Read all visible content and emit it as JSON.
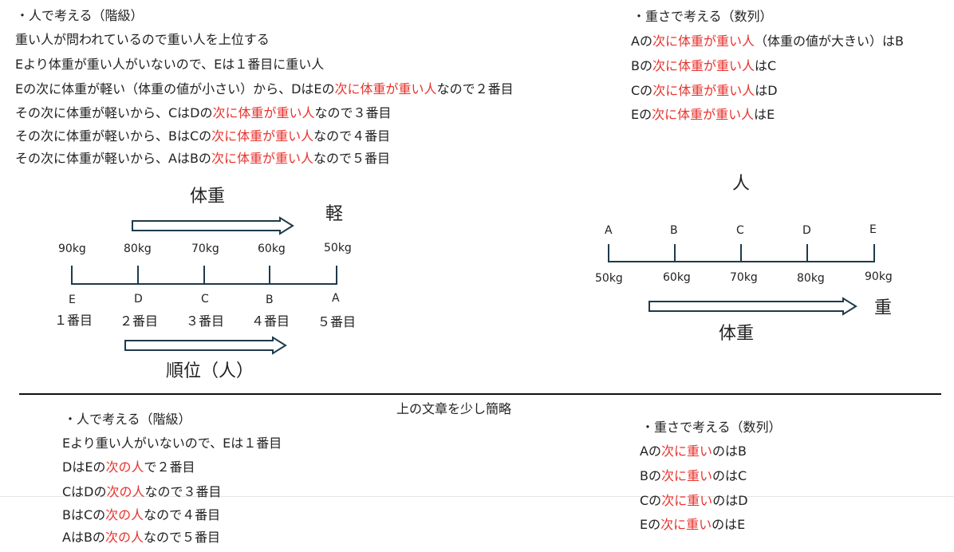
{
  "top_left": {
    "heading": "・人で考える（階級）",
    "lines": [
      {
        "pre": "重い人が問われているので重い人を上位する",
        "red": "",
        "post": ""
      },
      {
        "pre": "Eより体重が重い人がいないので、Eは１番目に重い人",
        "red": "",
        "post": ""
      },
      {
        "pre": "Eの次に体重が軽い（体重の値が小さい）から、DはEの",
        "red": "次に体重が重い人",
        "post": "なので２番目"
      },
      {
        "pre": "その次に体重が軽いから、CはDの",
        "red": "次に体重が重い人",
        "post": "なので３番目"
      },
      {
        "pre": "その次に体重が軽いから、BはCの",
        "red": "次に体重が重い人",
        "post": "なので４番目"
      },
      {
        "pre": "その次に体重が軽いから、AはBの",
        "red": "次に体重が重い人",
        "post": "なので５番目"
      }
    ]
  },
  "top_right": {
    "heading": "・重さで考える（数列）",
    "lines": [
      {
        "pre": "Aの",
        "red": "次に体重が重い人",
        "post": "（体重の値が大きい）はB"
      },
      {
        "pre": "Bの",
        "red": "次に体重が重い人",
        "post": "はC"
      },
      {
        "pre": "Cの",
        "red": "次に体重が重い人",
        "post": "はD"
      },
      {
        "pre": "Eの",
        "red": "次に体重が重い人",
        "post": "はE"
      }
    ]
  },
  "left_diagram": {
    "arrow_top_label": "体重",
    "arrow_top_end": "軽",
    "weights": [
      "90kg",
      "80kg",
      "70kg",
      "60kg",
      "50kg"
    ],
    "people": [
      "E",
      "D",
      "C",
      "B",
      "A"
    ],
    "ranks": [
      "１番目",
      "２番目",
      "３番目",
      "４番目",
      "５番目"
    ],
    "arrow_bottom_label": "順位（人）"
  },
  "right_diagram": {
    "title": "人",
    "people": [
      "A",
      "B",
      "C",
      "D",
      "E"
    ],
    "weights": [
      "50kg",
      "60kg",
      "70kg",
      "80kg",
      "90kg"
    ],
    "arrow_end": "重",
    "arrow_label": "体重"
  },
  "divider_caption": "上の文章を少し簡略",
  "bottom_left": {
    "heading": "・人で考える（階級）",
    "lines": [
      {
        "pre": "Eより重い人がいないので、Eは１番目",
        "red": "",
        "post": ""
      },
      {
        "pre": "DはEの",
        "red": "次の人",
        "post": "で２番目"
      },
      {
        "pre": "CはDの",
        "red": "次の人",
        "post": "なので３番目"
      },
      {
        "pre": "BはCの",
        "red": "次の人",
        "post": "なので４番目"
      },
      {
        "pre": "AはBの",
        "red": "次の人",
        "post": "なので５番目"
      }
    ]
  },
  "bottom_right": {
    "heading": "・重さで考える（数列）",
    "lines": [
      {
        "pre": "Aの",
        "red": "次に重い",
        "post": "のはB"
      },
      {
        "pre": "Bの",
        "red": "次に重い",
        "post": "のはC"
      },
      {
        "pre": "Cの",
        "red": "次に重い",
        "post": "のはD"
      },
      {
        "pre": "Eの",
        "red": "次に重い",
        "post": "のはE"
      }
    ]
  },
  "colors": {
    "highlight": "#e8322c",
    "axis": "#1e3a4c"
  }
}
